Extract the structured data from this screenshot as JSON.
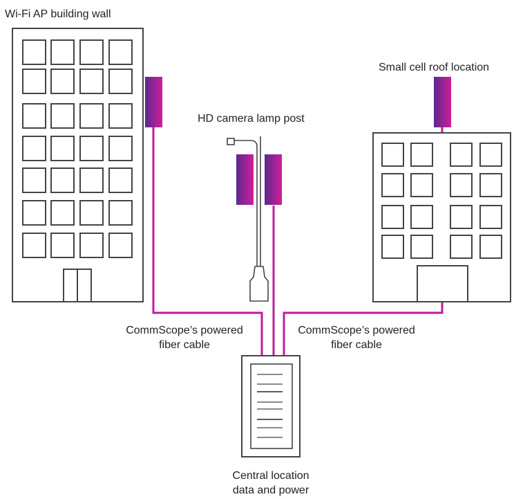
{
  "labels": {
    "wifi_ap": "Wi-Fi AP building wall",
    "small_cell": "Small cell roof location",
    "hd_camera": "HD camera lamp post",
    "cable_left_line1": "CommScope’s powered",
    "cable_left_line2": "fiber cable",
    "cable_right_line1": "CommScope’s powered",
    "cable_right_line2": "fiber cable",
    "central_line1": "Central location",
    "central_line2": "data and power"
  },
  "colors": {
    "cable": "#c21a9f",
    "gradient_start": "#5a2a8e",
    "gradient_end": "#d01d9b",
    "outline": "#444444"
  }
}
